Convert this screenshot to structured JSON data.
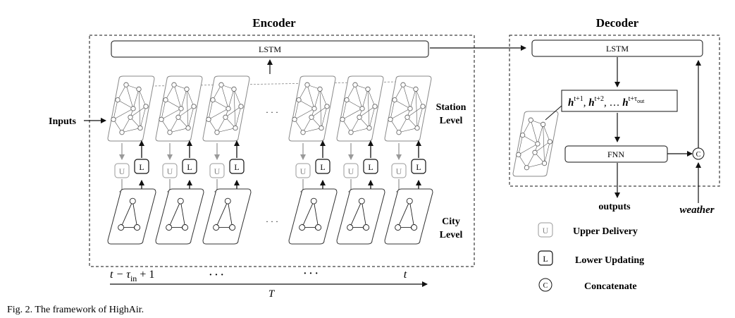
{
  "encoder": {
    "title": "Encoder",
    "lstm_label": "LSTM",
    "inputs_label": "Inputs",
    "station_level_line1": "Station",
    "station_level_line2": "Level",
    "city_level_line1": "City",
    "city_level_line2": "Level",
    "ellipsis_mid": "· · ·",
    "u_label": "U",
    "l_label": "L"
  },
  "decoder": {
    "title": "Decoder",
    "lstm_label": "LSTM",
    "fnn_label": "FNN",
    "concat_label": "C",
    "outputs_label": "outputs",
    "weather_label": "weather"
  },
  "hidden_states": {
    "h": "h",
    "sup1": "t+1",
    "sep1": ", ",
    "sup2": "t+2",
    "sep2": ", … ",
    "sup3_pre": "t+τ",
    "sup3_sub": "out"
  },
  "timeline": {
    "start_pre": "t − τ",
    "start_sub": "in",
    "start_post": " + 1",
    "dots1": "· · ·",
    "dots2": "· · ·",
    "end": "t",
    "axis_label": "T"
  },
  "legend": {
    "u_symbol": "U",
    "u_text": "Upper Delivery",
    "l_symbol": "L",
    "l_text": "Lower Updating",
    "c_symbol": "C",
    "c_text": "Concatenate"
  },
  "caption": "Fig. 2.  The framework of HighAir."
}
